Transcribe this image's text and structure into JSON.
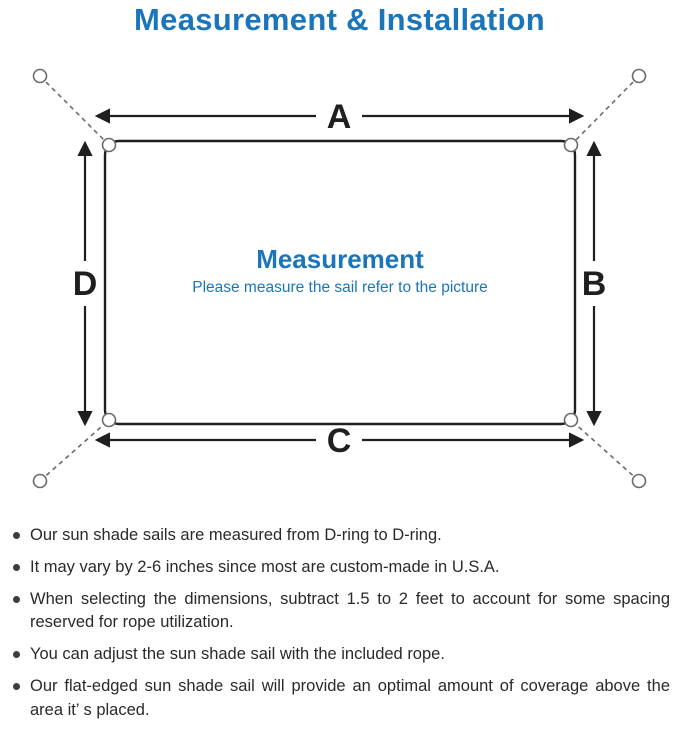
{
  "title": "Measurement & Installation",
  "colors": {
    "accent_blue": "#1B75BB",
    "ink": "#1F1F1F",
    "body_text": "#2A2A2A",
    "rope_gray": "#6B6B6B"
  },
  "diagram": {
    "labels": {
      "top": "A",
      "right": "B",
      "bottom": "C",
      "left": "D"
    },
    "center_title": "Measurement",
    "center_subtitle": "Please measure the sail refer to the picture"
  },
  "notes": [
    "Our sun shade sails are measured from D-ring to D-ring.",
    "It may vary by 2-6 inches since most are custom-made in U.S.A.",
    "When selecting the dimensions, subtract 1.5 to 2 feet to account for some spacing reserved for rope utilization.",
    "You can adjust the sun shade sail with the included rope.",
    "Our flat-edged sun shade sail will provide an optimal amount of coverage above the area it’ s placed."
  ]
}
